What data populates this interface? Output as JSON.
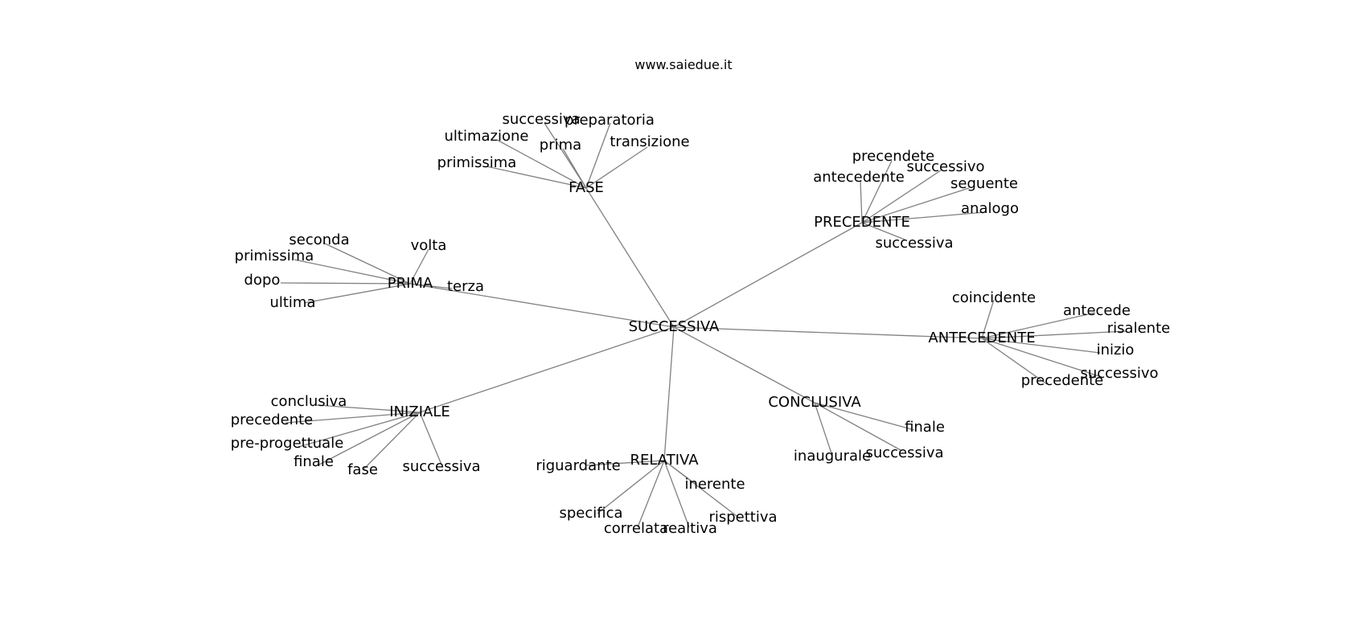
{
  "site_label": "www.saiedue.it",
  "center": {
    "id": "successiva_main",
    "label": "SUCCESSIVA"
  },
  "hubs": [
    {
      "id": "fase",
      "label": "FASE",
      "leaves": [
        "successiva",
        "preparatoria",
        "ultimazione",
        "prima",
        "transizione",
        "primissima"
      ]
    },
    {
      "id": "precedente",
      "label": "PRECEDENTE",
      "leaves": [
        "precendete",
        "successivo",
        "antecedente",
        "seguente",
        "analogo",
        "successiva"
      ]
    },
    {
      "id": "prima",
      "label": "PRIMA",
      "leaves": [
        "seconda",
        "volta",
        "primissima",
        "dopo",
        "terza",
        "ultima"
      ]
    },
    {
      "id": "antecedente",
      "label": "ANTECEDENTE",
      "leaves": [
        "coincidente",
        "antecede",
        "risalente",
        "inizio",
        "successivo",
        "precedente"
      ]
    },
    {
      "id": "iniziale",
      "label": "INIZIALE",
      "leaves": [
        "conclusiva",
        "precedente",
        "pre-progettuale",
        "finale",
        "fase",
        "successiva"
      ]
    },
    {
      "id": "conclusiva",
      "label": "CONCLUSIVA",
      "leaves": [
        "finale",
        "inaugurale",
        "successiva"
      ]
    },
    {
      "id": "relativa",
      "label": "RELATIVA",
      "leaves": [
        "riguardante",
        "inerente",
        "specifica",
        "rispettiva",
        "correlata",
        "realtiva"
      ]
    }
  ]
}
